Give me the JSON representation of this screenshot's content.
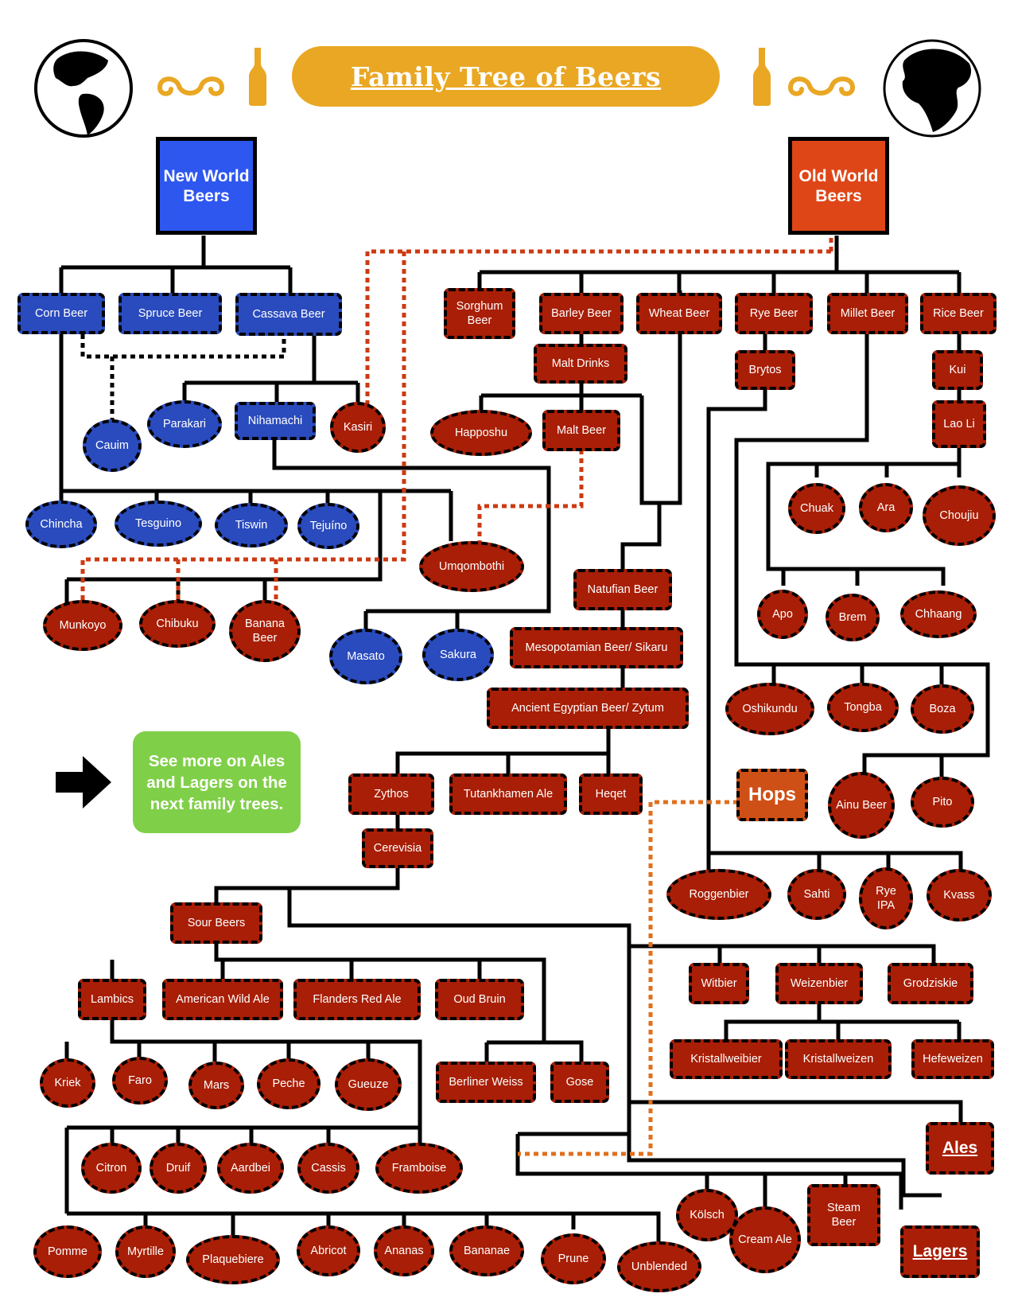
{
  "title": "Family Tree of Beers",
  "roots": {
    "new_world": "New World Beers",
    "old_world": "Old World Beers"
  },
  "callout": "See more on Ales and Lagers on the next family trees.",
  "colors": {
    "title_pill": "#e9a723",
    "new_world": "#2e57f0",
    "old_world": "#df4617",
    "new_world_node": "#2a4bbd",
    "old_world_node": "#a81e06",
    "hops": "#cf5016",
    "callout": "#80cf49",
    "dotted_link_old_world": "#cc3a12",
    "dotted_link_hops": "#e06f1e"
  },
  "icons": [
    "globe-americas-icon",
    "globe-europe-icon",
    "swirl-ornament-icon",
    "beer-bottle-icon",
    "arrow-right-icon"
  ],
  "beers": {
    "corn_beer": "Corn Beer",
    "spruce_beer": "Spruce Beer",
    "cassava_beer": "Cassava Beer",
    "cauim": "Cauim",
    "parakari": "Parakari",
    "nihamachi": "Nihamachi",
    "kasiri": "Kasiri",
    "chincha": "Chincha",
    "tesguino": "Tesguino",
    "tiswin": "Tiswin",
    "tejuino": "Tejuíno",
    "umqombothi": "Umqombothi",
    "munkoyo": "Munkoyo",
    "chibuku": "Chibuku",
    "banana_beer": "Banana Beer",
    "masato": "Masato",
    "sakura": "Sakura",
    "sorghum_beer": "Sorghum Beer",
    "barley_beer": "Barley Beer",
    "wheat_beer": "Wheat Beer",
    "rye_beer": "Rye Beer",
    "millet_beer": "Millet Beer",
    "rice_beer": "Rice Beer",
    "malt_drinks": "Malt Drinks",
    "brytos": "Brytos",
    "kui": "Kui",
    "happoshu": "Happoshu",
    "malt_beer": "Malt Beer",
    "lao_li": "Lao Li",
    "chuak": "Chuak",
    "ara": "Ara",
    "choujiu": "Choujiu",
    "natufian_beer": "Natufian Beer",
    "apo": "Apo",
    "brem": "Brem",
    "chhaang": "Chhaang",
    "mesopotamian": "Mesopotamian Beer/ Sikaru",
    "ancient_egyptian": "Ancient Egyptian Beer/ Zytum",
    "oshikundu": "Oshikundu",
    "tongba": "Tongba",
    "boza": "Boza",
    "zythos": "Zythos",
    "tutankhamen": "Tutankhamen Ale",
    "heqet": "Heqet",
    "hops": "Hops",
    "ainu_beer": "Ainu Beer",
    "pito": "Pito",
    "cerevisia": "Cerevisia",
    "roggenbier": "Roggenbier",
    "sahti": "Sahti",
    "rye_ipa": "Rye IPA",
    "kvass": "Kvass",
    "sour_beers": "Sour Beers",
    "witbier": "Witbier",
    "weizenbier": "Weizenbier",
    "grodziskie": "Grodziskie",
    "lambics": "Lambics",
    "american_wild_ale": "American Wild Ale",
    "flanders_red_ale": "Flanders Red Ale",
    "oud_bruin": "Oud Bruin",
    "kristallweibier": "Kristallweibier",
    "kristallweizen": "Kristallweizen",
    "hefeweizen": "Hefeweizen",
    "kriek": "Kriek",
    "faro": "Faro",
    "mars": "Mars",
    "peche": "Peche",
    "gueuze": "Gueuze",
    "berliner_weiss": "Berliner Weiss",
    "gose": "Gose",
    "citron": "Citron",
    "druif": "Druif",
    "aardbei": "Aardbei",
    "cassis": "Cassis",
    "framboise": "Framboise",
    "ales": "Ales",
    "kolsch": "Kölsch",
    "steam_beer": "Steam Beer",
    "pomme": "Pomme",
    "myrtille": "Myrtille",
    "plaquebiere": "Plaquebiere",
    "abricot": "Abricot",
    "ananas": "Ananas",
    "bananae": "Bananae",
    "prune": "Prune",
    "unblended": "Unblended",
    "cream_ale": "Cream Ale",
    "lagers": "Lagers"
  }
}
